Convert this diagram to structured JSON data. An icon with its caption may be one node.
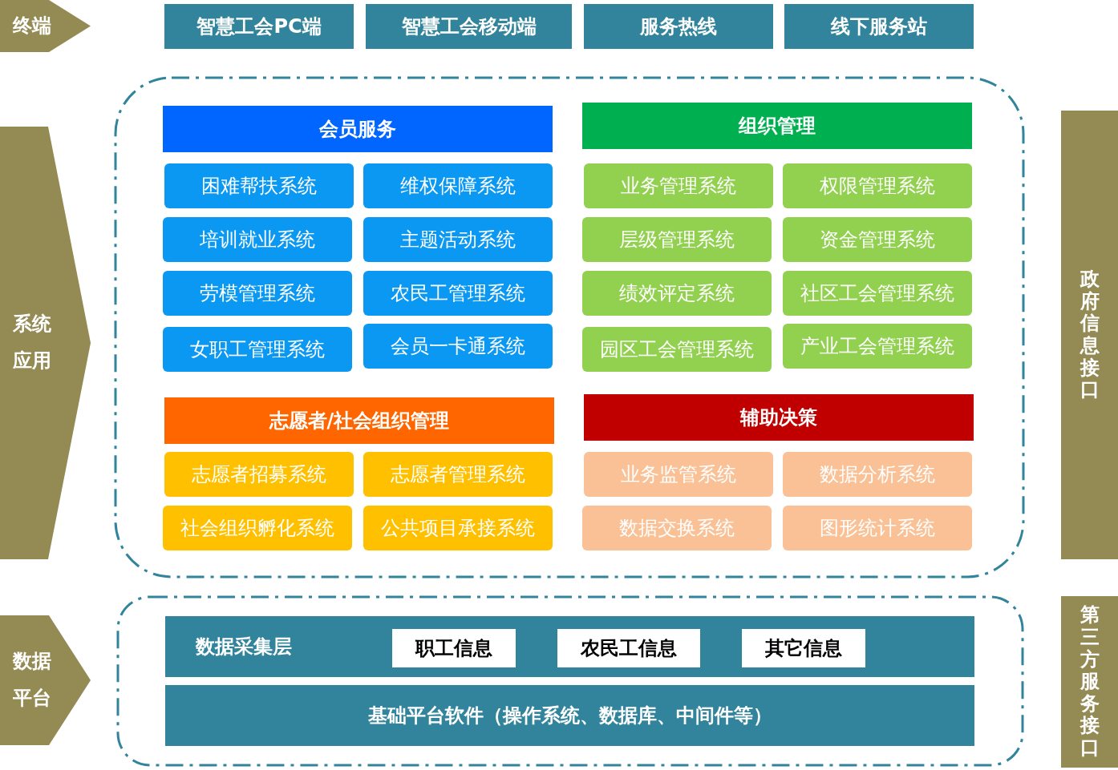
{
  "diagram": {
    "nodes": [
      {
        "text": [
          "终端"
        ]
      },
      {
        "text": [
          "智慧工会PC端"
        ]
      },
      {
        "text": [
          "智慧工会移动端"
        ]
      },
      {
        "text": [
          "服务热线"
        ]
      },
      {
        "text": [
          "线下服务站"
        ]
      },
      {
        "text": [],
        "shape": "box"
      },
      {
        "text": [
          "系统应用"
        ]
      },
      {
        "text": [
          "政府信息接口"
        ]
      },
      {
        "text": [
          "会员服务"
        ],
        "in": 5
      },
      {
        "text": [
          "困难帮扶系统"
        ],
        "in": 5
      },
      {
        "text": [
          "维权保障系统"
        ],
        "in": 5
      },
      {
        "text": [
          "培训就业系统"
        ],
        "in": 5
      },
      {
        "text": [
          "主题活动系统"
        ],
        "in": 5
      },
      {
        "text": [
          "劳模管理系统"
        ],
        "in": 5
      },
      {
        "text": [
          "农民工管理系统"
        ],
        "in": 5
      },
      {
        "text": [
          "女职工管理系统"
        ],
        "in": 5
      },
      {
        "text": [
          "会员一卡通系统"
        ],
        "in": 5
      },
      {
        "text": [
          "组织管理"
        ],
        "in": 5
      },
      {
        "text": [
          "业务管理系统"
        ],
        "in": 5
      },
      {
        "text": [
          "权限管理系统"
        ],
        "in": 5
      },
      {
        "text": [
          "层级管理系统"
        ],
        "in": 5
      },
      {
        "text": [
          "资金管理系统"
        ],
        "in": 5
      },
      {
        "text": [
          "绩效评定系统"
        ],
        "in": 5
      },
      {
        "text": [
          "社区工会管理系统"
        ],
        "in": 5
      },
      {
        "text": [
          "园区工会管理系统"
        ],
        "in": 5
      },
      {
        "text": [
          "产业工会管理系统"
        ],
        "in": 5
      },
      {
        "text": [
          "志愿者/社会组织管理"
        ],
        "in": 5
      },
      {
        "text": [
          "志愿者招募系统"
        ],
        "in": 5
      },
      {
        "text": [
          "志愿者管理系统"
        ],
        "in": 5
      },
      {
        "text": [
          "社会组织孵化系统"
        ],
        "in": 5
      },
      {
        "text": [
          "公共项目承接系统"
        ],
        "in": 5
      },
      {
        "text": [
          "辅助决策"
        ],
        "in": 5
      },
      {
        "text": [
          "业务监管系统"
        ],
        "in": 5
      },
      {
        "text": [
          "数据分析系统"
        ],
        "in": 5
      },
      {
        "text": [
          "数据交换系统"
        ],
        "in": 5
      },
      {
        "text": [
          "图形统计系统"
        ],
        "in": 5
      },
      {
        "text": [
          "数据平台"
        ]
      },
      {
        "text": [
          "第三方服务接口"
        ]
      },
      {
        "text": [],
        "shape": "box"
      },
      {
        "text": [
          "数据采集层"
        ],
        "in": 38
      },
      {
        "text": [
          "职工信息"
        ],
        "in": 39
      },
      {
        "text": [
          "农民工信息"
        ],
        "in": 39
      },
      {
        "text": [
          "其它信息"
        ],
        "in": 39
      },
      {
        "text": [
          "基础平台软件（操作系统、数据库、中间件等）"
        ],
        "in": 38
      }
    ]
  }
}
